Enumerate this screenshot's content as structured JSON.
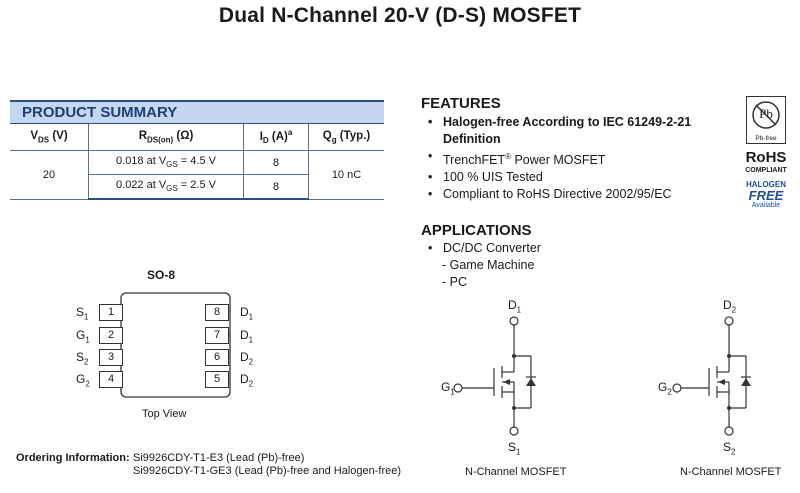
{
  "title": "Dual N-Channel 20-V (D-S) MOSFET",
  "product_summary": {
    "heading": "PRODUCT SUMMARY",
    "vds_value": "20",
    "qg_value": "10 nC",
    "rows": [
      {
        "rds": "0.018 at V",
        "rds_sub": "GS",
        "rds_tail": " = 4.5 V",
        "id": "8"
      },
      {
        "rds": "0.022 at V",
        "rds_sub": "GS",
        "rds_tail": " = 2.5 V",
        "id": "8"
      }
    ]
  },
  "features": {
    "heading": "FEATURES",
    "items": [
      "Halogen-free According to IEC 61249-2-21",
      "Definition",
      "TrenchFET",
      "Power MOSFET",
      "100 % UIS Tested",
      "Compliant to RoHS Directive 2002/95/EC"
    ]
  },
  "applications": {
    "heading": "APPLICATIONS",
    "items": [
      "DC/DC Converter"
    ],
    "sub_items": [
      "- Game Machine",
      "- PC"
    ]
  },
  "badge": {
    "pb": "Pb",
    "pb_free": "Pb-free",
    "rohs": "RoHS",
    "compliant": "COMPLIANT",
    "halogen": "HALOGEN",
    "free": "FREE",
    "available": "Available"
  },
  "package": {
    "name": "SO-8",
    "view": "Top View",
    "left_pins": [
      {
        "num": "1",
        "name": "S",
        "sub": "1"
      },
      {
        "num": "2",
        "name": "G",
        "sub": "1"
      },
      {
        "num": "3",
        "name": "S",
        "sub": "2"
      },
      {
        "num": "4",
        "name": "G",
        "sub": "2"
      }
    ],
    "right_pins": [
      {
        "num": "8",
        "name": "D",
        "sub": "1"
      },
      {
        "num": "7",
        "name": "D",
        "sub": "1"
      },
      {
        "num": "6",
        "name": "D",
        "sub": "2"
      },
      {
        "num": "5",
        "name": "D",
        "sub": "2"
      }
    ]
  },
  "ordering": {
    "label": "Ordering Information:",
    "line1": "Si9926CDY-T1-E3 (Lead (Pb)-free)",
    "line2": "Si9926CDY-T1-GE3 (Lead (Pb)-free and Halogen-free)"
  },
  "mosfets": [
    {
      "d": "D",
      "d_sub": "1",
      "g": "G",
      "g_sub": "1",
      "s": "S",
      "s_sub": "1",
      "caption": "N-Channel MOSFET"
    },
    {
      "d": "D",
      "d_sub": "2",
      "g": "G",
      "g_sub": "2",
      "s": "S",
      "s_sub": "2",
      "caption": "N-Channel MOSFET"
    }
  ]
}
